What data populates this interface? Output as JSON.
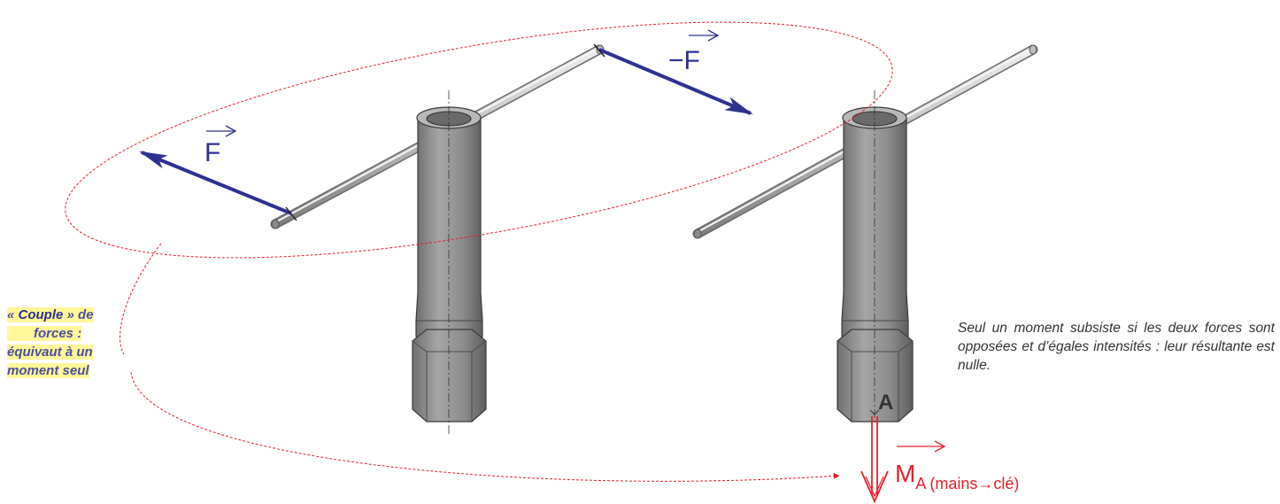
{
  "colors": {
    "force_vector": "#2e3192",
    "moment_vector": "#e3202b",
    "couple_ellipse": "#e3202b",
    "tool_metal": "#9c9c9c",
    "note_highlight": "#fff79a",
    "note_text": "#4b4e9c"
  },
  "labels": {
    "force_f": "F",
    "force_minus_f": "−F",
    "point_a": "A",
    "moment_symbol": "M",
    "moment_subscript": "A (mains→clé)"
  },
  "notes": {
    "couple_open": "« ",
    "couple_keyword": "Couple",
    "couple_close": " »",
    "couple_rest1": " de",
    "couple_line2": "forces :",
    "couple_line3": "équivaut à un",
    "couple_line4": "moment seul",
    "moment_note": "Seul un moment subsiste si les deux forces sont opposées et d’égales intensités : leur résultante est nulle."
  }
}
